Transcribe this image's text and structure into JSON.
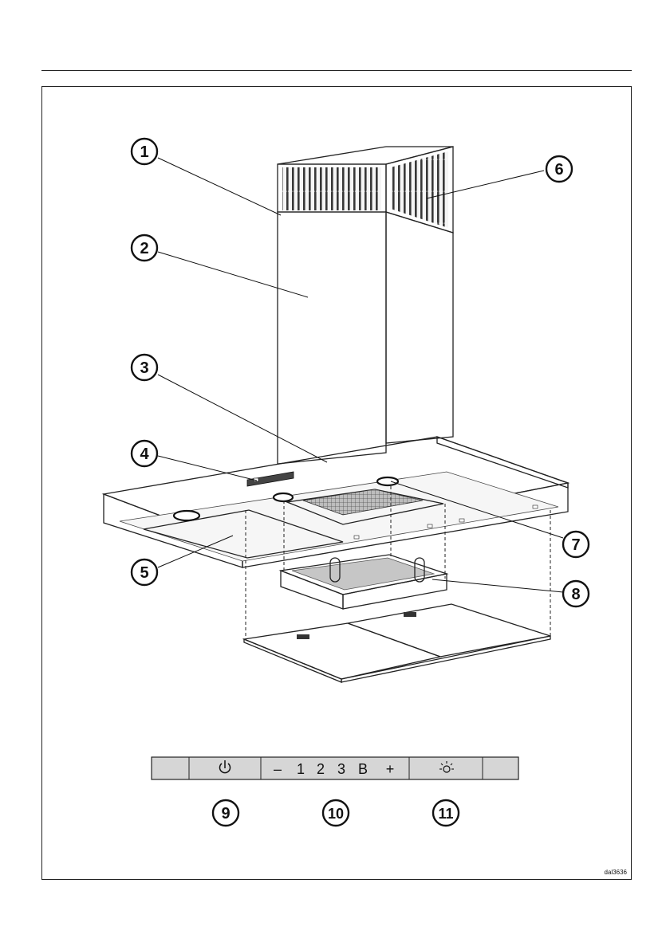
{
  "callouts": [
    {
      "id": "1",
      "label": "1"
    },
    {
      "id": "2",
      "label": "2"
    },
    {
      "id": "3",
      "label": "3"
    },
    {
      "id": "4",
      "label": "4"
    },
    {
      "id": "5",
      "label": "5"
    },
    {
      "id": "6",
      "label": "6"
    },
    {
      "id": "7",
      "label": "7"
    },
    {
      "id": "8",
      "label": "8"
    },
    {
      "id": "9",
      "label": "9"
    },
    {
      "id": "10",
      "label": "10"
    },
    {
      "id": "11",
      "label": "11"
    }
  ],
  "control_panel": {
    "power_icon": "power-icon",
    "minus_symbol": "–",
    "speed_1": "1",
    "speed_2": "2",
    "speed_3": "3",
    "boost": "B",
    "plus_symbol": "+",
    "light_icon": "light-icon"
  },
  "drawing_code": "dal3636"
}
